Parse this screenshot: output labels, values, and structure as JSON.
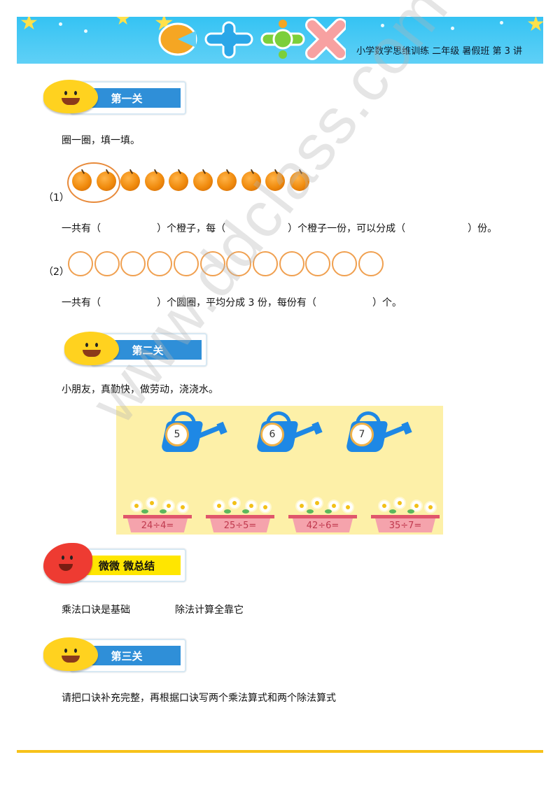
{
  "header": {
    "title": "小学数学思维训练  二年级  暑假班  第 3 讲",
    "colors": {
      "banner": "#35c3f3",
      "stars": "#ffe14a"
    }
  },
  "sections": {
    "level1": {
      "label": "第一关"
    },
    "level2": {
      "label": "第二关"
    },
    "summary": {
      "label": "微微  微总结"
    },
    "level3": {
      "label": "第三关"
    }
  },
  "level1": {
    "instruction": "圈一圈，填一填。",
    "q1_label": "（1）",
    "q1_text": "一共有（                  ）个橙子，每（                    ）个橙子一份，可以分成（                    ）份。",
    "orange_count": 10,
    "circled_count": 2,
    "q2_label": "（2）",
    "q2_text": "一共有（                  ）个圆圈，平均分成 3 份，每份有（                  ）个。",
    "ring_count": 12
  },
  "level2": {
    "instruction": "小朋友，真勤快，做劳动，浇浇水。",
    "cans": [
      "5",
      "6",
      "7"
    ],
    "pots": [
      "24÷4=",
      "25÷5=",
      "42÷6=",
      "35÷7="
    ]
  },
  "summary": {
    "line1": "乘法口诀是基础",
    "line2": "除法计算全靠它"
  },
  "level3": {
    "instruction": "请把口诀补充完整，再根据口诀写两个乘法算式和两个除法算式"
  },
  "watermark": "www.ddclass.com"
}
